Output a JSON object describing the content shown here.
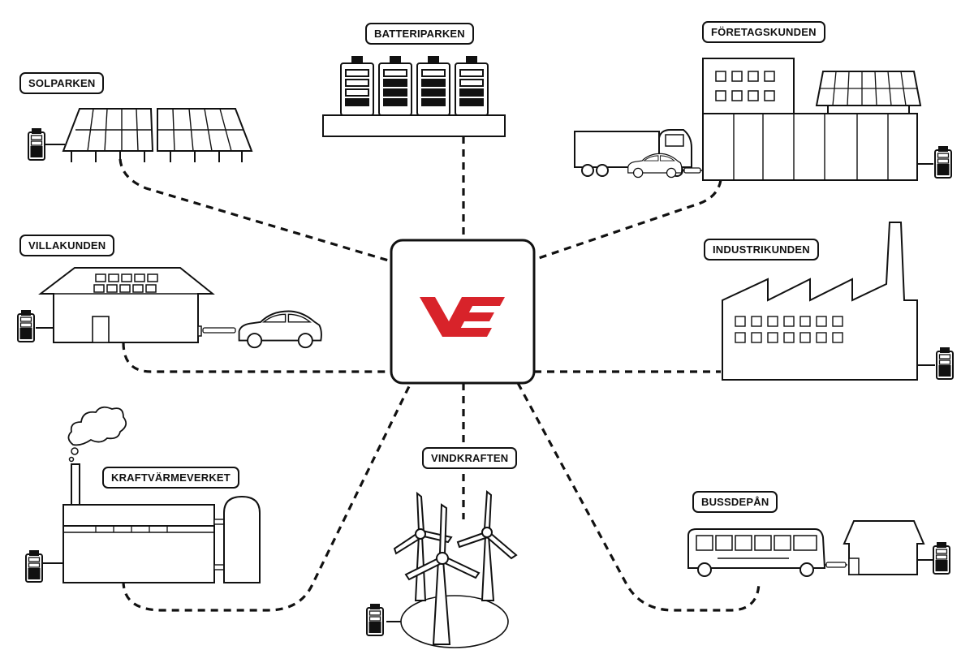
{
  "colors": {
    "stroke": "#111111",
    "background": "#ffffff",
    "brand_red": "#d8232a"
  },
  "hub": {
    "logo": "VE",
    "icon": "ve-logo-icon"
  },
  "nodes": {
    "solparken": {
      "label": "SOLPARKEN",
      "icon": "solar-panel-icon"
    },
    "batteriparken": {
      "label": "BATTERIPARKEN",
      "icon": "battery-bank-icon"
    },
    "foretagskunden": {
      "label": "FÖRETAGSKUNDEN",
      "icon": "office-building-icon"
    },
    "villakunden": {
      "label": "VILLAKUNDEN",
      "icon": "house-icon"
    },
    "industrikunden": {
      "label": "INDUSTRIKUNDEN",
      "icon": "factory-icon"
    },
    "kraftvarmeverket": {
      "label": "KRAFTVÄRMEVERKET",
      "icon": "power-plant-icon"
    },
    "vindkraften": {
      "label": "VINDKRAFTEN",
      "icon": "wind-turbine-icon"
    },
    "bussdepan": {
      "label": "BUSSDEPÅN",
      "icon": "bus-depot-icon"
    }
  }
}
